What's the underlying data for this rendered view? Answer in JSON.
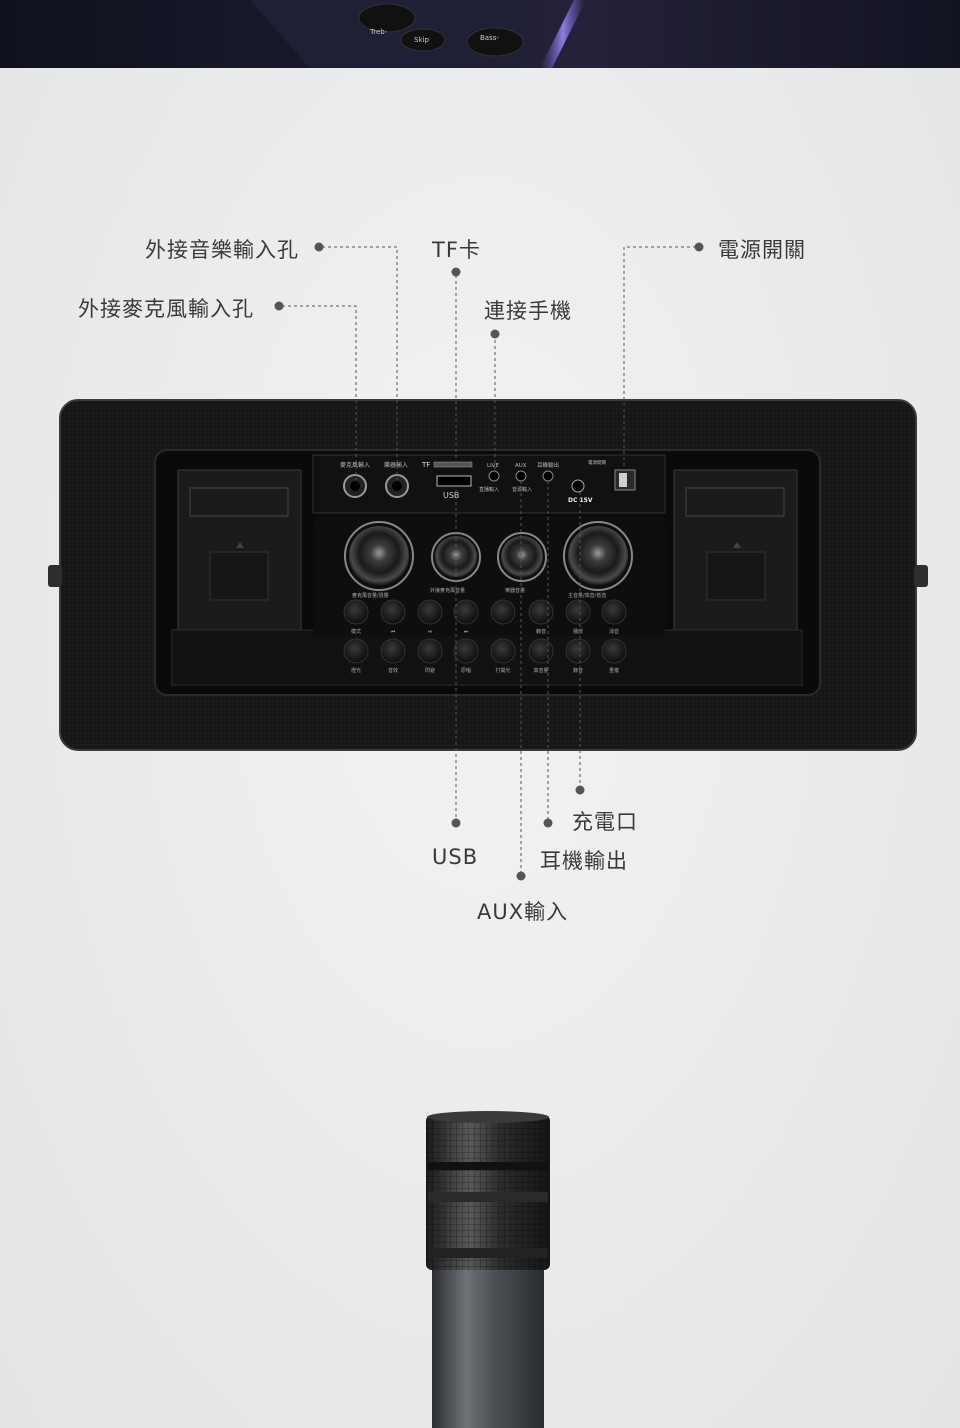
{
  "callouts": {
    "music_input": "外接音樂輸入孔",
    "tf_card": "TF卡",
    "power_switch": "電源開關",
    "mic_input": "外接麥克風輸入孔",
    "phone_connect": "連接手機",
    "charging_port": "充電口",
    "usb": "USB",
    "headphone_out": "耳機輸出",
    "aux_input": "AUX輸入"
  },
  "banner_button_labels": [
    "Treb-",
    "Skip",
    "Bass-"
  ],
  "panel_text": {
    "mic_port": "麥克風輸入",
    "music_port": "樂器輸入",
    "tf": "TF",
    "usb": "USB",
    "live": "LIVE",
    "aux": "AUX",
    "headphone": "耳機輸出",
    "phone_sub": "直播輸入",
    "aux_sub": "音源輸入",
    "power_small": "電源開關",
    "dc": "DC 15V",
    "knob_labels": [
      "麥克風音量/混響",
      "外接麥克風音量",
      "樂器音量",
      "主音量/高音/低音"
    ],
    "button_row1": [
      "模式",
      "⏮",
      "⏯",
      "⏭",
      "",
      "錄音",
      "播放",
      "消音"
    ],
    "button_row2": [
      "燈光",
      "音效",
      "閃避",
      "原唱",
      "打開光",
      "高音量",
      "錄音",
      "重複"
    ]
  },
  "colors": {
    "background": "#ecedee",
    "speaker_body": "#161616",
    "leader_line": "#555555"
  }
}
